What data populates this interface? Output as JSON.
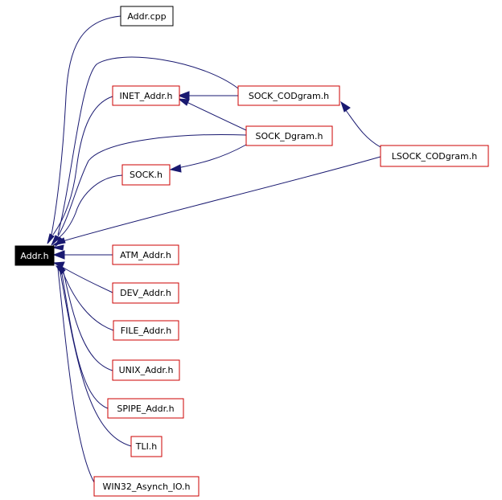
{
  "nodes": {
    "addr_cpp": "Addr.cpp",
    "addr_h": "Addr.h",
    "inet_addr_h": "INET_Addr.h",
    "sock_codgram_h": "SOCK_CODgram.h",
    "sock_dgram_h": "SOCK_Dgram.h",
    "lsock_codgram_h": "LSOCK_CODgram.h",
    "sock_h": "SOCK.h",
    "atm_addr_h": "ATM_Addr.h",
    "dev_addr_h": "DEV_Addr.h",
    "file_addr_h": "FILE_Addr.h",
    "unix_addr_h": "UNIX_Addr.h",
    "spipe_addr_h": "SPIPE_Addr.h",
    "tli_h": "TLI.h",
    "win32_asynch_io_h": "WIN32_Asynch_IO.h"
  },
  "colors": {
    "edge": "#191970",
    "node_border": "#cc0000",
    "root_fill": "#000000"
  }
}
